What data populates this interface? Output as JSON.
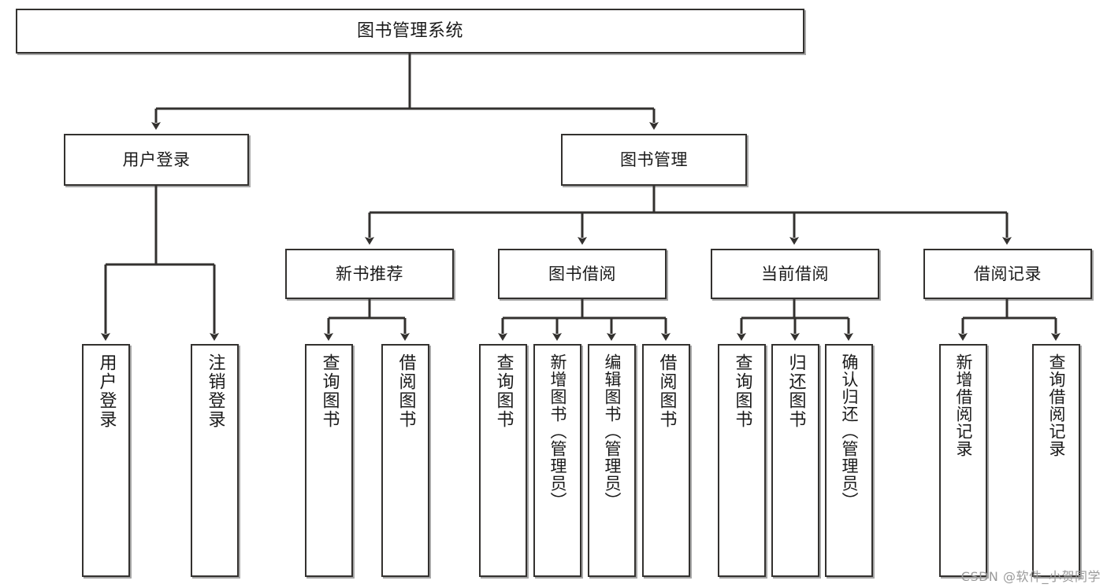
{
  "diagram": {
    "type": "tree-hierarchy",
    "title": "图书管理系统",
    "watermark": "CSDN @软件_小贺同学",
    "levels": {
      "root": {
        "label": "图书管理系统"
      },
      "level1": [
        {
          "id": "user-login",
          "label": "用户登录"
        },
        {
          "id": "book-manage",
          "label": "图书管理"
        }
      ],
      "level2": [
        {
          "id": "new-book-recommend",
          "label": "新书推荐",
          "parent": "book-manage"
        },
        {
          "id": "book-borrow",
          "label": "图书借阅",
          "parent": "book-manage"
        },
        {
          "id": "current-borrow",
          "label": "当前借阅",
          "parent": "book-manage"
        },
        {
          "id": "borrow-record",
          "label": "借阅记录",
          "parent": "book-manage"
        }
      ],
      "leaves": [
        {
          "id": "leaf-user-login",
          "label": "用户登录",
          "parent": "user-login"
        },
        {
          "id": "leaf-logout",
          "label": "注销登录",
          "parent": "user-login"
        },
        {
          "id": "leaf-query-book-1",
          "label": "查询图书",
          "parent": "new-book-recommend"
        },
        {
          "id": "leaf-borrow-book-1",
          "label": "借阅图书",
          "parent": "new-book-recommend"
        },
        {
          "id": "leaf-query-book-2",
          "label": "查询图书",
          "parent": "book-borrow"
        },
        {
          "id": "leaf-add-book",
          "label": "新增图书（管理员）",
          "parent": "book-borrow"
        },
        {
          "id": "leaf-edit-book",
          "label": "编辑图书（管理员）",
          "parent": "book-borrow"
        },
        {
          "id": "leaf-borrow-book-2",
          "label": "借阅图书",
          "parent": "book-borrow"
        },
        {
          "id": "leaf-query-book-3",
          "label": "查询图书",
          "parent": "current-borrow"
        },
        {
          "id": "leaf-return-book",
          "label": "归还图书",
          "parent": "current-borrow"
        },
        {
          "id": "leaf-confirm-return",
          "label": "确认归还（管理员）",
          "parent": "current-borrow"
        },
        {
          "id": "leaf-add-record",
          "label": "新增借阅记录",
          "parent": "borrow-record"
        },
        {
          "id": "leaf-query-record",
          "label": "查询借阅记录",
          "parent": "borrow-record"
        }
      ]
    },
    "colors": {
      "stroke": "#33312f",
      "background": "#ffffff",
      "text": "#1a1a1a",
      "watermark": "#9a9a9a"
    }
  }
}
